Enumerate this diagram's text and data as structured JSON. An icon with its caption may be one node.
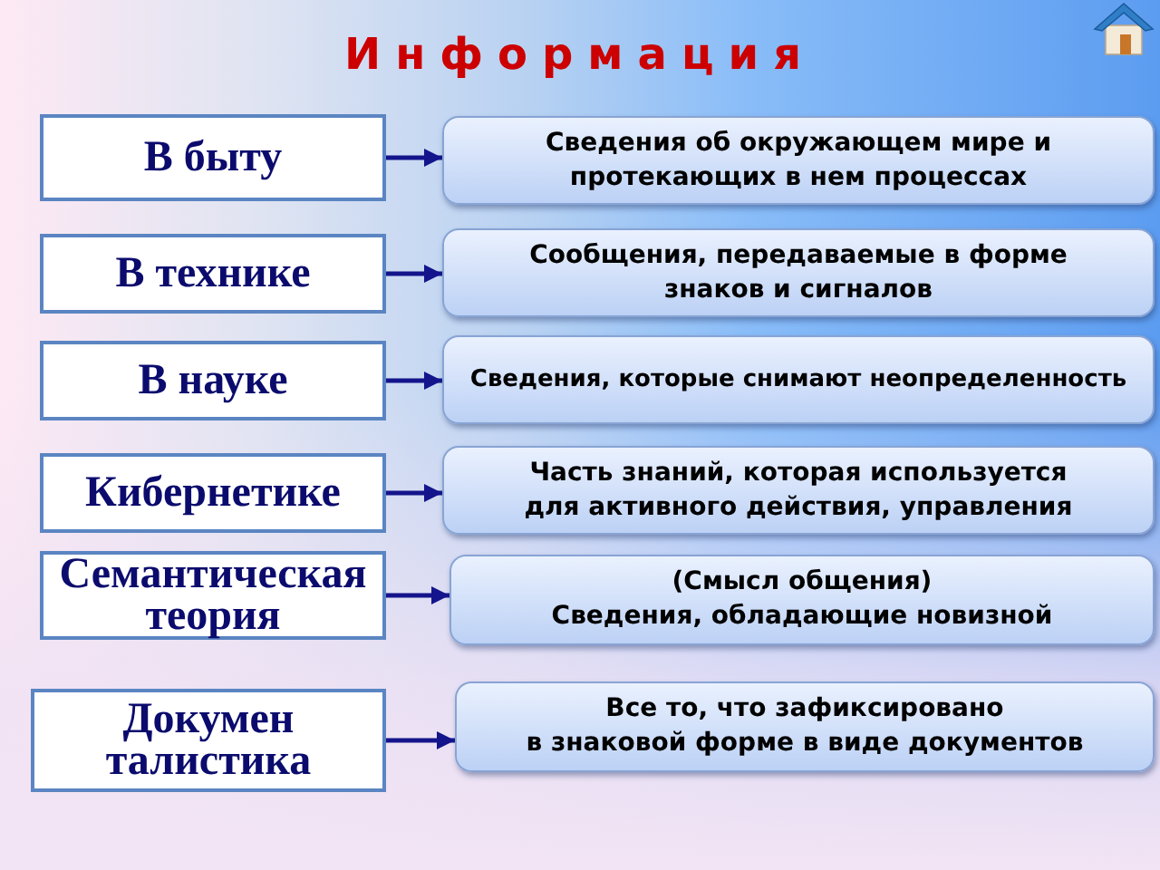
{
  "diagram": {
    "title": "Информация",
    "nodes": [
      {
        "text": [
          "В быту"
        ]
      },
      {
        "text": [
          "Сведения об окружающем мире и протекающих в нем процессах"
        ]
      },
      {
        "text": [
          "В технике"
        ]
      },
      {
        "text": [
          "Сообщения, передаваемые в форме знаков и сигналов"
        ]
      },
      {
        "text": [
          "В науке"
        ]
      },
      {
        "text": [
          "Сведения, которые снимают неопределенность"
        ]
      },
      {
        "text": [
          "Кибернетике"
        ]
      },
      {
        "text": [
          "Часть знаний, которая используется для активного действия, управления"
        ]
      },
      {
        "text": [
          "Семантическая теория"
        ]
      },
      {
        "text": [
          "(Смысл общения) Сведения, обладающие новизной"
        ]
      },
      {
        "text": [
          "Докумен талистика"
        ]
      },
      {
        "text": [
          "Все то, что зафиксировано в знаковой форме в виде документов"
        ]
      }
    ],
    "edges": [
      {
        "from": 0,
        "to": 1,
        "arrow": "to"
      },
      {
        "from": 2,
        "to": 3,
        "arrow": "to"
      },
      {
        "from": 4,
        "to": 5,
        "arrow": "to"
      },
      {
        "from": 6,
        "to": 7,
        "arrow": "to"
      },
      {
        "from": 8,
        "to": 9,
        "arrow": "to"
      },
      {
        "from": 10,
        "to": 11,
        "arrow": "to"
      }
    ]
  }
}
